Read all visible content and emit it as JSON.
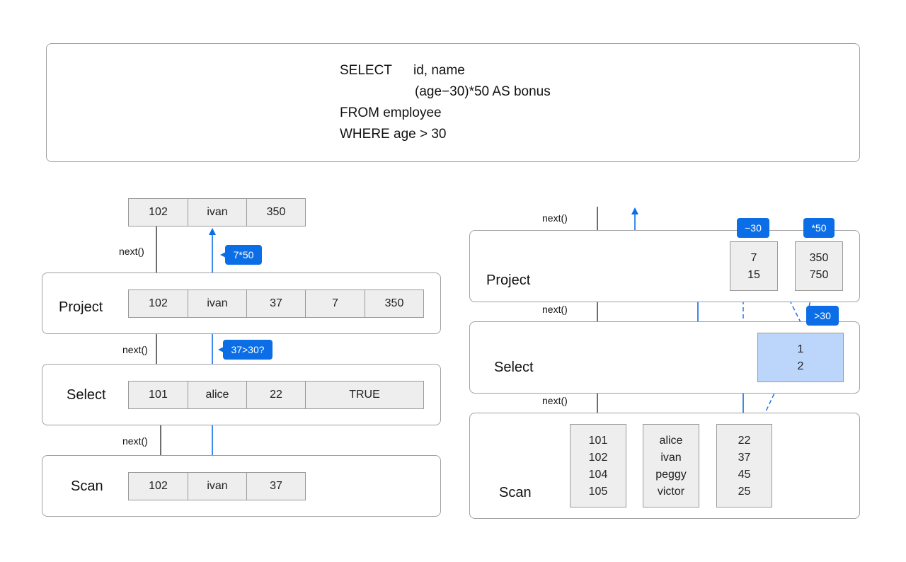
{
  "colors": {
    "accent": "#0b6ee6",
    "cell_bg": "#eeeeee",
    "selected_bg": "#bcd6fb",
    "arrow_dark": "#4a4a4a"
  },
  "query": {
    "line1_keyword": "SELECT",
    "line1_cols": "id, name",
    "line2": "(age−30)*50 AS bonus",
    "line3": "FROM employee",
    "line4": "WHERE age > 30"
  },
  "left": {
    "next_label": "next()",
    "output_row": [
      "102",
      "ivan",
      "350"
    ],
    "project": {
      "title": "Project",
      "row": [
        "102",
        "ivan",
        "37",
        "7",
        "350"
      ],
      "callout": "7*50"
    },
    "select": {
      "title": "Select",
      "row": [
        "101",
        "alice",
        "22",
        "TRUE"
      ],
      "callout": "37>30?"
    },
    "scan": {
      "title": "Scan",
      "row": [
        "102",
        "ivan",
        "37"
      ]
    }
  },
  "right": {
    "next_label": "next()",
    "project": {
      "title": "Project",
      "col_a": [
        "7",
        "15"
      ],
      "col_b": [
        "350",
        "750"
      ],
      "tag_a": "−30",
      "tag_b": "*50"
    },
    "select": {
      "title": "Select",
      "col": [
        "1",
        "2"
      ],
      "tag": ">30"
    },
    "scan": {
      "title": "Scan",
      "ids": [
        "101",
        "102",
        "104",
        "105"
      ],
      "names": [
        "alice",
        "ivan",
        "peggy",
        "victor"
      ],
      "ages": [
        "22",
        "37",
        "45",
        "25"
      ]
    }
  }
}
